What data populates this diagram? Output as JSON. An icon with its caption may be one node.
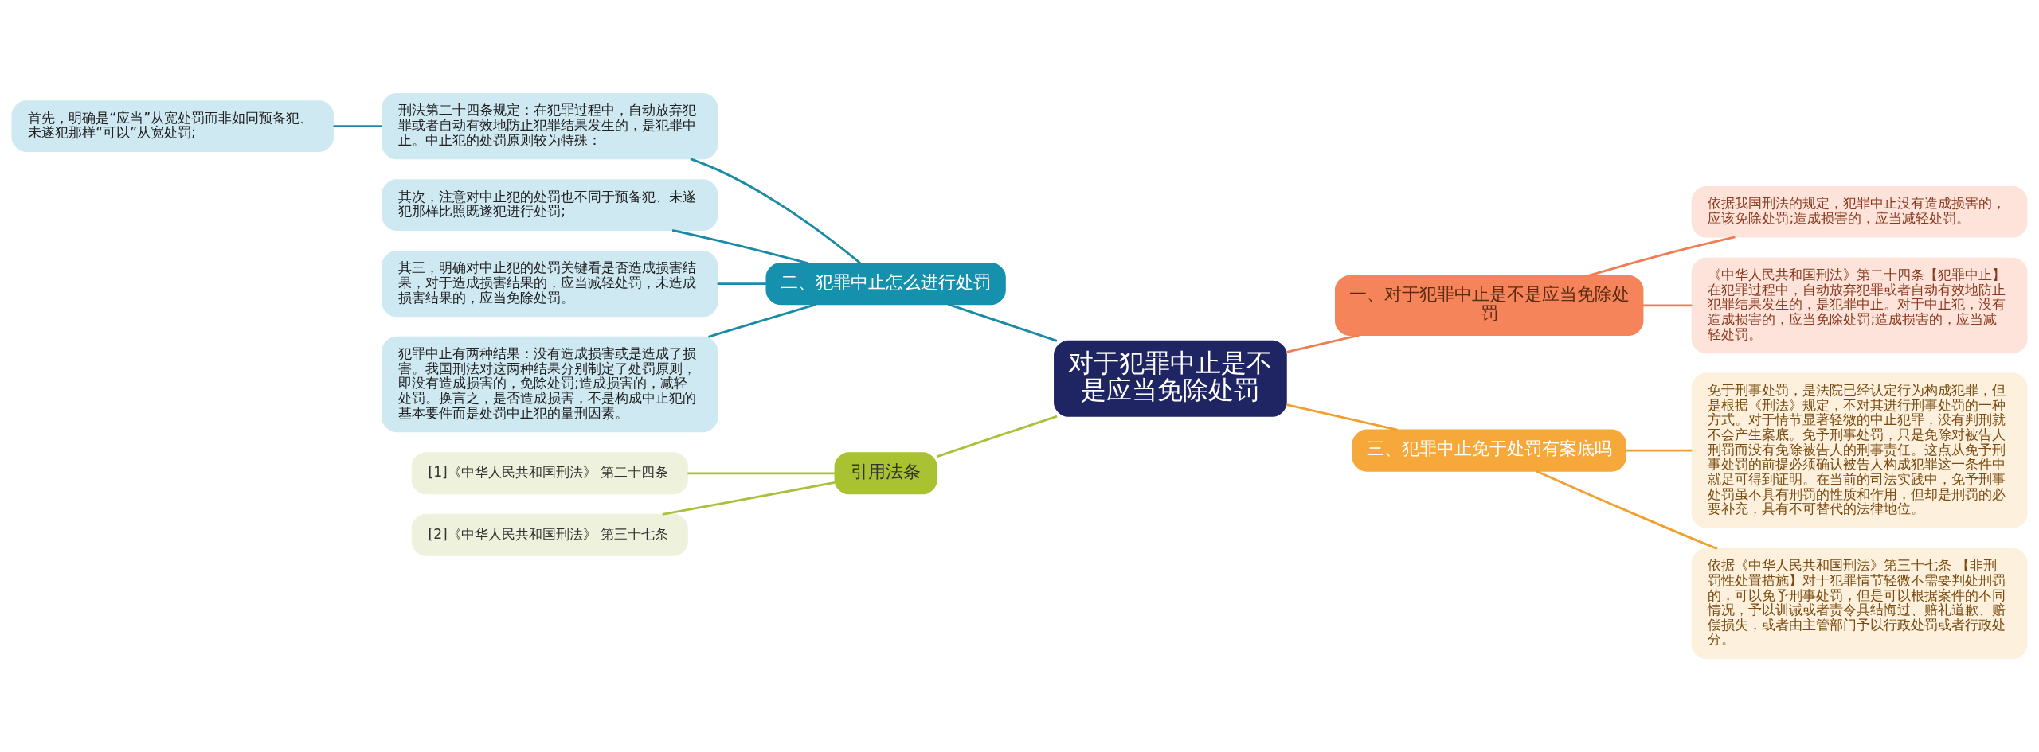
{
  "diagram": {
    "nodes": [
      {
        "text": [
          "对于犯罪中止是不是应当免除处罚"
        ]
      },
      {
        "text": [
          "一、对于犯罪中止是不是应当免除处罚"
        ]
      },
      {
        "text": [
          "依据我国刑法的规定，犯罪中止没有造成损害的，应该免除处罚;造成损害的，应当减轻处罚。"
        ]
      },
      {
        "text": [
          "《中华人民共和国刑法》第二十四条【犯罪中止】在犯罪过程中，自动放弃犯罪或者自动有效地防止犯罪结果发生的，是犯罪中止。对于中止犯，没有造成损害的，应当免除处罚;造成损害的，应当减轻处罚。"
        ]
      },
      {
        "text": [
          "二、犯罪中止怎么进行处罚"
        ]
      },
      {
        "text": [
          "刑法第二十四条规定：在犯罪过程中，自动放弃犯罪或者自动有效地防止犯罪结果发生的，是犯罪中止。中止犯的处罚原则较为特殊："
        ]
      },
      {
        "text": [
          "首先，明确是“应当”从宽处罚而非如同预备犯、未遂犯那样“可以”从宽处罚;"
        ]
      },
      {
        "text": [
          "其次，注意对中止犯的处罚也不同于预备犯、未遂犯那样比照既遂犯进行处罚;"
        ]
      },
      {
        "text": [
          "其三，明确对中止犯的处罚关键看是否造成损害结果，对于造成损害结果的，应当减轻处罚，未造成损害结果的，应当免除处罚。"
        ]
      },
      {
        "text": [
          "犯罪中止有两种结果：没有造成损害或是造成了损害。我国刑法对这两种结果分别制定了处罚原则，即没有造成损害的，免除处罚;造成损害的，减轻处罚。换言之，是否造成损害，不是构成中止犯的基本要件而是处罚中止犯的量刑因素。"
        ]
      },
      {
        "text": [
          "引用法条"
        ]
      },
      {
        "text": [
          "[1]《中华人民共和国刑法》 第二十四条"
        ]
      },
      {
        "text": [
          "[2]《中华人民共和国刑法》 第三十七条"
        ]
      },
      {
        "text": [
          "三、犯罪中止免于处罚有案底吗"
        ]
      },
      {
        "text": [
          "免于刑事处罚，是法院已经认定行为构成犯罪，但是根据《刑法》规定，不对其进行刑事处罚的一种方式。对于情节显著轻微的中止犯罪，没有判刑就不会产生案底。免予刑事处罚，只是免除对被告人刑罚而没有免除被告人的刑事责任。这点从免予刑事处罚的前提必须确认被告人构成犯罪这一条件中就足可得到证明。在当前的司法实践中，免予刑事处罚虽不具有刑罚的性质和作用，但却是刑罚的必要补充，具有不可替代的法律地位。"
        ]
      },
      {
        "text": [
          "依据《中华人民共和国刑法》第三十七条 【非刑罚性处置措施】对于犯罪情节轻微不需要判处刑罚的，可以免予刑事处罚，但是可以根据案件的不同情况，予以训诫或者责令具结悔过、赔礼道歉、赔偿损失，或者由主管部门予以行政处罚或者行政处分。"
        ]
      }
    ],
    "edges": [
      {
        "from": 0,
        "to": 1,
        "arrow": "none",
        "color": "#ee7d54"
      },
      {
        "from": 1,
        "to": 2,
        "arrow": "none",
        "color": "#ee7d54"
      },
      {
        "from": 1,
        "to": 3,
        "arrow": "none",
        "color": "#ee7d54"
      },
      {
        "from": 0,
        "to": 4,
        "arrow": "none"
      },
      {
        "from": 4,
        "to": 5,
        "arrow": "none"
      },
      {
        "from": 5,
        "to": 6,
        "arrow": "none"
      },
      {
        "from": 4,
        "to": 7,
        "arrow": "none"
      },
      {
        "from": 4,
        "to": 8,
        "arrow": "none"
      },
      {
        "from": 4,
        "to": 9,
        "arrow": "none"
      },
      {
        "from": 0,
        "to": 10,
        "arrow": "none",
        "color": "#a7c23a"
      },
      {
        "from": 10,
        "to": 11,
        "arrow": "none",
        "color": "#a7c23a"
      },
      {
        "from": 10,
        "to": 12,
        "arrow": "none",
        "color": "#a7c23a"
      },
      {
        "from": 0,
        "to": 13,
        "arrow": "none",
        "color": "#f0a030"
      },
      {
        "from": 13,
        "to": 14,
        "arrow": "none",
        "color": "#f0a030"
      },
      {
        "from": 13,
        "to": 15,
        "arrow": "none",
        "color": "#f0a030"
      }
    ]
  }
}
